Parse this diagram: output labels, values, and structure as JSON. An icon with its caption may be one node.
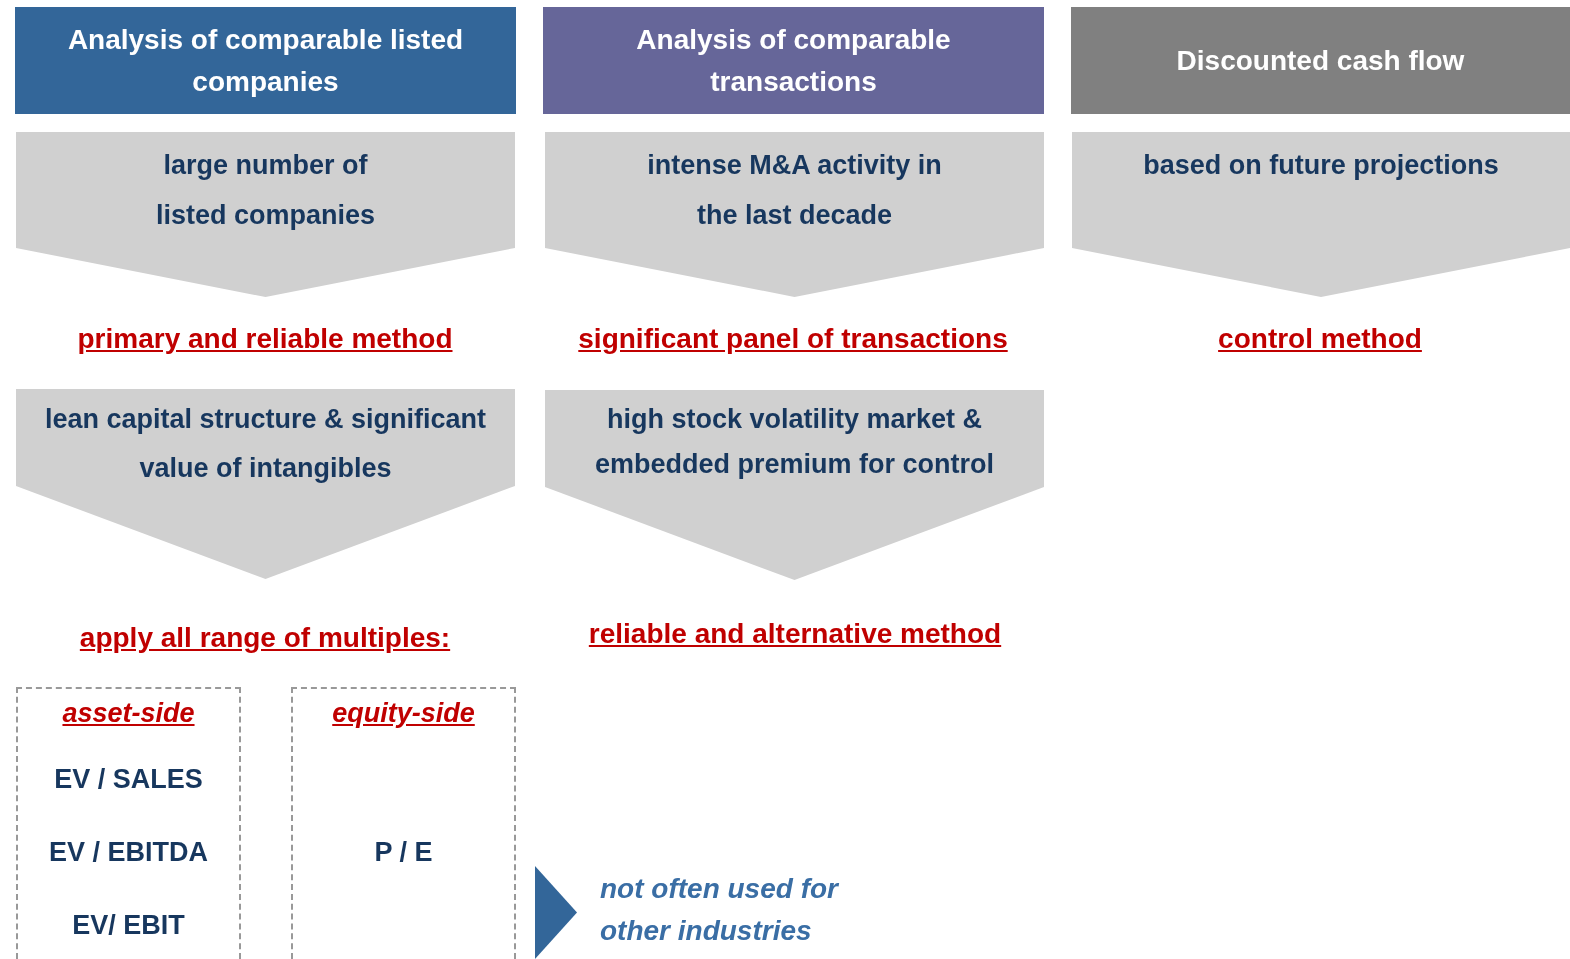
{
  "diagram": {
    "nodes": [
      {
        "text": [
          "Analysis of comparable listed companies"
        ]
      },
      {
        "text": [
          "Analysis of comparable transactions"
        ]
      },
      {
        "text": [
          "Discounted cash flow"
        ]
      },
      {
        "text": [
          "large number of listed companies"
        ]
      },
      {
        "text": [
          "intense M&A activity in the last decade"
        ]
      },
      {
        "text": [
          "based on future projections"
        ]
      },
      {
        "text": [
          "lean capital structure & significant value of intangibles"
        ]
      },
      {
        "text": [
          "high stock volatility market & embedded premium for control"
        ]
      },
      {
        "text": [
          "asset-side",
          "EV / SALES",
          "EV / EBITDA",
          "EV/ EBIT"
        ]
      },
      {
        "text": [
          "equity-side",
          "P / E"
        ]
      },
      {
        "text": [],
        "shape": "triangle",
        "beside": [
          "not often used for other industries"
        ]
      }
    ],
    "edges": [],
    "labels": [
      "primary and reliable method",
      "significant panel of transactions",
      "control method",
      "apply all range of multiples:",
      "reliable and alternative method"
    ]
  }
}
